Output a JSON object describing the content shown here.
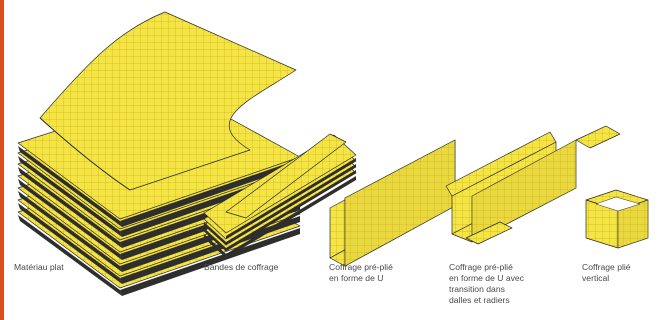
{
  "colors": {
    "accent_edge": "#d9501c",
    "material": "#f4e444",
    "grid_line": "#b89a10",
    "outline": "#2a2a2a",
    "caption_text": "#4a4a4a"
  },
  "items": [
    {
      "caption": "Matériau plat"
    },
    {
      "caption": "Bandes de coffrage"
    },
    {
      "caption": "Coffrage pré-plié\nen forme de U"
    },
    {
      "caption": "Coffrage pré-plié\nen forme de U avec\ntransition dans\ndalles et radiers"
    },
    {
      "caption": "Coffrage plié\nvertical"
    }
  ]
}
